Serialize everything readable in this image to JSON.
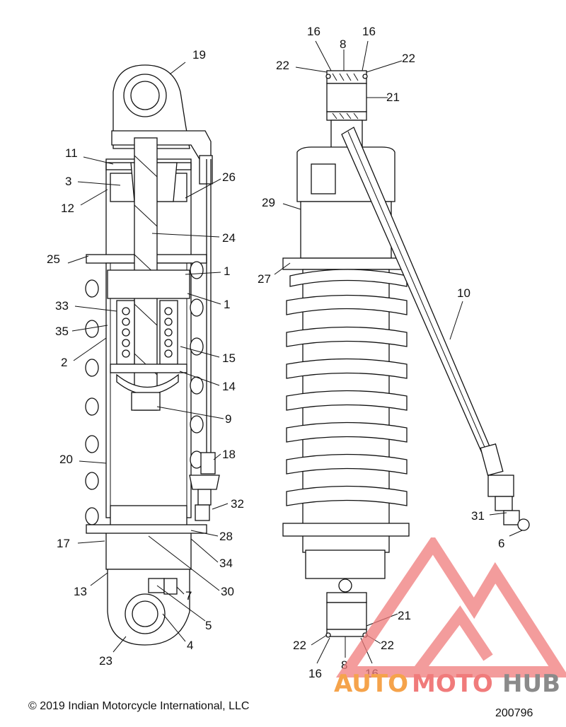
{
  "diagram": {
    "callouts": {
      "c19": "19",
      "c11": "11",
      "c3": "3",
      "c12": "12",
      "c26": "26",
      "c24": "24",
      "c25": "25",
      "c1a": "1",
      "c1b": "1",
      "c33": "33",
      "c35": "35",
      "c2": "2",
      "c15": "15",
      "c14": "14",
      "c9": "9",
      "c18": "18",
      "c20": "20",
      "c32": "32",
      "c28": "28",
      "c17": "17",
      "c34": "34",
      "c13": "13",
      "c7": "7",
      "c30": "30",
      "c5": "5",
      "c4": "4",
      "c23": "23",
      "r16a": "16",
      "r8a": "8",
      "r16b": "16",
      "r22a": "22",
      "r22b": "22",
      "r21a": "21",
      "r29": "29",
      "r27": "27",
      "r10": "10",
      "r31": "31",
      "r6": "6",
      "r21b": "21",
      "r22c": "22",
      "r22d": "22",
      "r16c": "16",
      "r8b": "8",
      "r16d": "16"
    }
  },
  "footer": {
    "copyright": "© 2019 Indian Motorcycle International, LLC",
    "figure_number": "200796"
  },
  "watermark": {
    "word_auto": "AUTO",
    "word_moto": "MOTO",
    "word_hub": "HUB",
    "colors": {
      "auto": "#f5a34b",
      "moto": "#f07b7b",
      "hub": "#8a8a8a",
      "triangle": "#f07b7b"
    }
  }
}
